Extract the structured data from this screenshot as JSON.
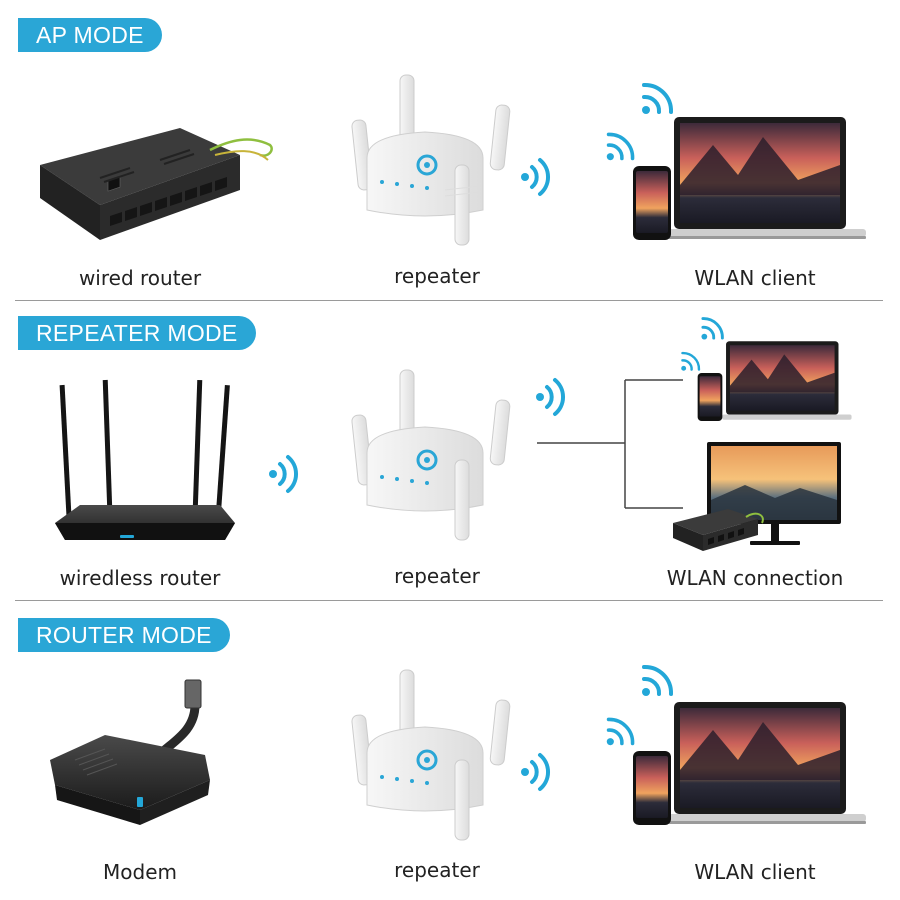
{
  "sections": [
    {
      "mode_title": "AP MODE",
      "left_label": "wired router",
      "middle_label": "repeater",
      "right_label": "WLAN client"
    },
    {
      "mode_title": "REPEATER MODE",
      "left_label": "wiredless router",
      "middle_label": "repeater",
      "right_label": "WLAN connection"
    },
    {
      "mode_title": "ROUTER MODE",
      "left_label": "Modem",
      "middle_label": "repeater",
      "right_label": "WLAN client"
    }
  ],
  "colors": {
    "accent": "#2aa6d6",
    "wifi": "#23a7d8",
    "divider": "#9a9a9a"
  },
  "icons": [
    "wired-router-icon",
    "repeater-icon",
    "wifi-signal-icon",
    "laptop-icon",
    "phone-icon",
    "wireless-router-icon",
    "monitor-icon",
    "network-switch-icon",
    "modem-icon"
  ]
}
